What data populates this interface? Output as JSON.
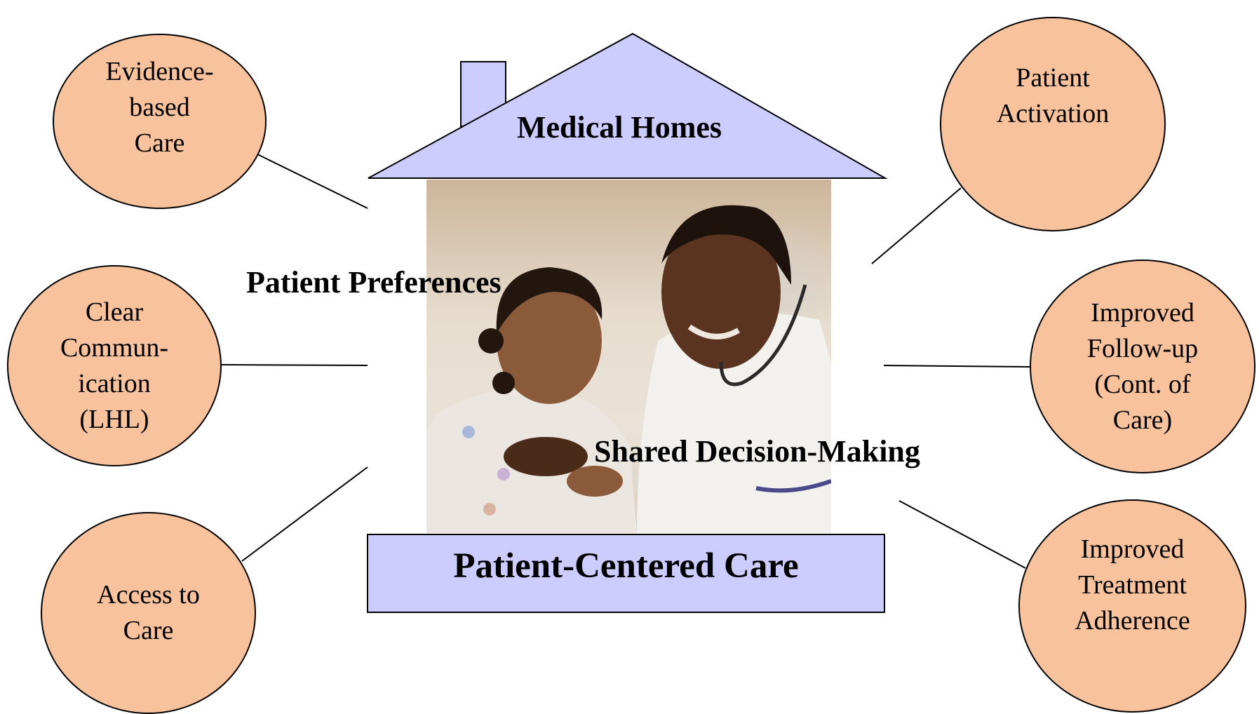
{
  "diagram": {
    "roof_title": "Medical Homes",
    "base_title": "Patient-Centered Care",
    "inner_labels": {
      "patient_preferences": "Patient Preferences",
      "shared_decision_making": "Shared Decision-Making"
    },
    "left_circles": [
      {
        "text": "Evidence-\nbased\nCare"
      },
      {
        "text": "Clear\nCommun-\nication\n(LHL)"
      },
      {
        "text": "Access to\nCare"
      }
    ],
    "right_circles": [
      {
        "text": "Patient\nActivation"
      },
      {
        "text": "Improved\nFollow-up\n(Cont. of\nCare)"
      },
      {
        "text": "Improved\nTreatment\nAdherence"
      }
    ],
    "colors": {
      "house_fill": "#ccccff",
      "circle_fill": "#f8c29c",
      "outline": "#000000"
    },
    "photo": {
      "description_icon": "nurse-child-photo"
    }
  }
}
